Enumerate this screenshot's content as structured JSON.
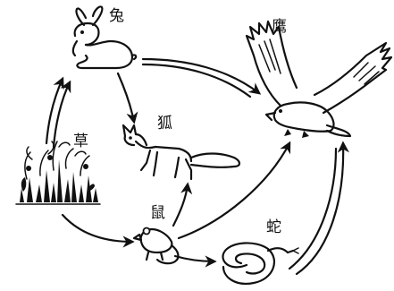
{
  "diagram": {
    "organisms": {
      "rabbit": "兔",
      "hawk": "鹰",
      "fox": "狐",
      "grass": "草",
      "mouse": "鼠",
      "snake": "蛇"
    }
  }
}
